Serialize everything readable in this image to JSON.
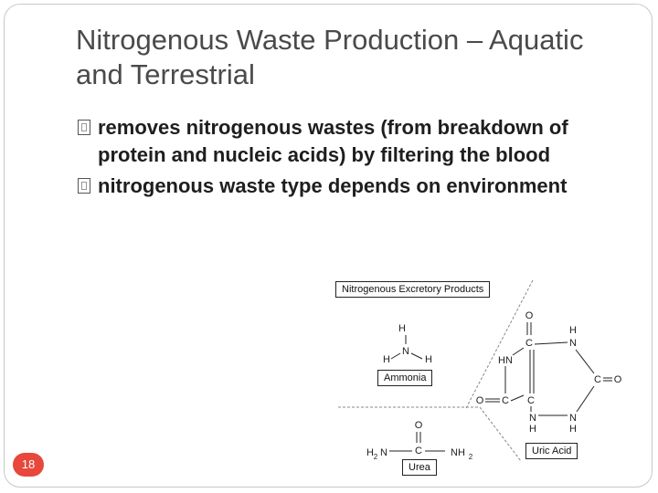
{
  "slide": {
    "title": "Nitrogenous Waste Production – Aquatic and Terrestrial",
    "bullets": [
      "removes nitrogenous wastes (from breakdown of protein and nucleic acids) by filtering the blood",
      "nitrogenous waste type depends on environment"
    ],
    "page_number": "18"
  },
  "figure": {
    "header": "Nitrogenous Excretory Products",
    "labels": {
      "ammonia": "Ammonia",
      "urea": "Urea",
      "uric_acid": "Uric Acid"
    },
    "atoms": {
      "H": "H",
      "N": "N",
      "O": "O",
      "C": "C",
      "HN": "HN",
      "H2": "H",
      "sub2": "2",
      "NH": "NH",
      "sub2b": "2"
    }
  },
  "colors": {
    "page_badge": "#e8473b",
    "title": "#4a4a4a",
    "body_text": "#1e1e1e"
  }
}
